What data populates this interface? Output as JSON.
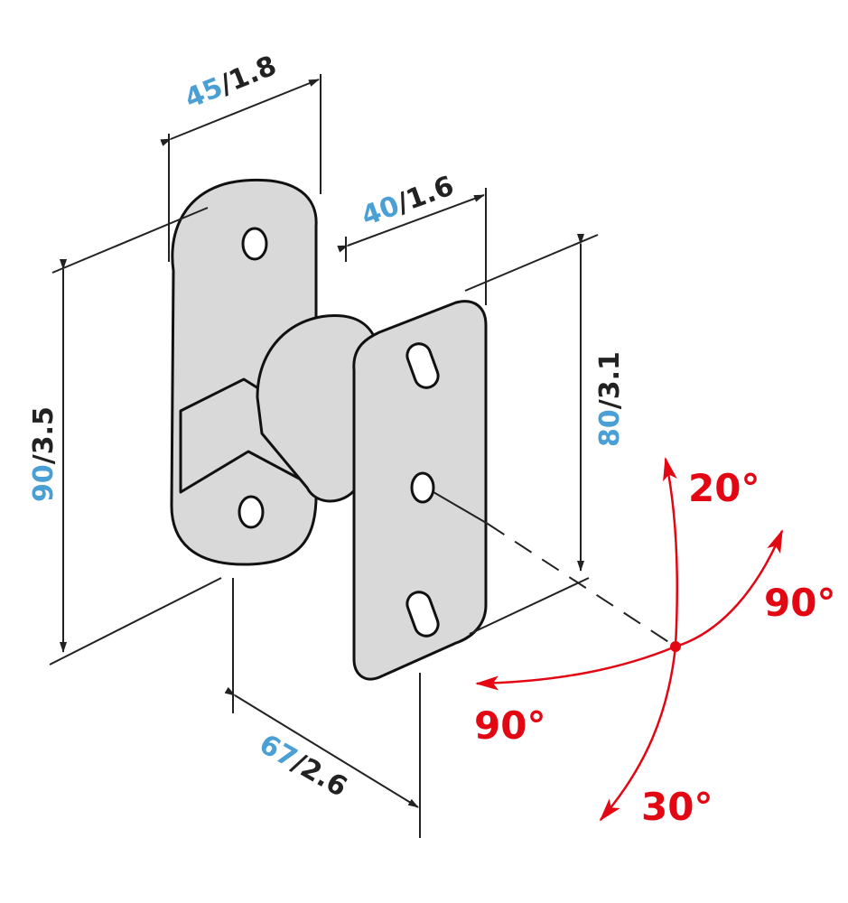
{
  "diagram": {
    "dimensions": [
      {
        "id": "plate-width",
        "mm": "45",
        "inch": "/1.8"
      },
      {
        "id": "front-plate-width",
        "mm": "40",
        "inch": "/1.6"
      },
      {
        "id": "wall-plate-height",
        "mm": "90",
        "inch": "/3.5"
      },
      {
        "id": "front-plate-height",
        "mm": "80",
        "inch": "/3.1"
      },
      {
        "id": "depth",
        "mm": "67",
        "inch": "/2.6"
      }
    ],
    "rotations": [
      {
        "id": "tilt-up",
        "label": "20°"
      },
      {
        "id": "swivel-right",
        "label": "90°"
      },
      {
        "id": "swivel-left",
        "label": "90°"
      },
      {
        "id": "tilt-down",
        "label": "30°"
      }
    ],
    "colors": {
      "metric": "#4a9fd4",
      "imperial": "#222222",
      "rotation": "#e30613"
    }
  }
}
